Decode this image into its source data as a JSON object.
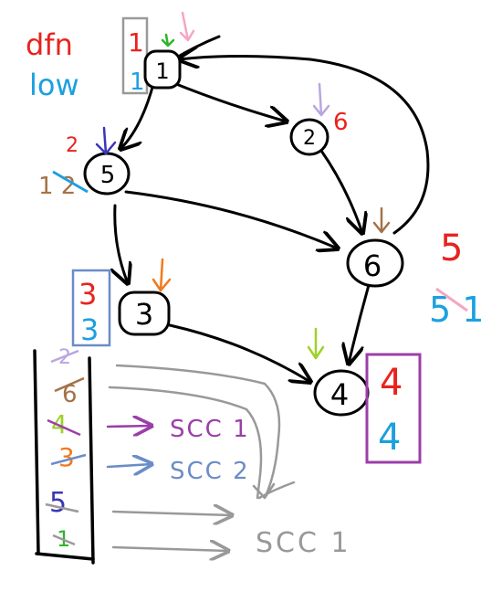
{
  "legend": {
    "dfn_label": "dfn",
    "low_label": "low",
    "dfn_color": "#e8231e",
    "low_color": "#1ca0e0"
  },
  "nodes": [
    {
      "id": "1",
      "label": "1",
      "dfn": "1",
      "low": "1"
    },
    {
      "id": "2",
      "label": "2",
      "dfn": "6",
      "low": ""
    },
    {
      "id": "5",
      "label": "5",
      "dfn": "2",
      "low": "1 2"
    },
    {
      "id": "6",
      "label": "6",
      "dfn": "5",
      "low": "5 1"
    },
    {
      "id": "3",
      "label": "3",
      "dfn": "3",
      "low": "3"
    },
    {
      "id": "4",
      "label": "4",
      "dfn": "4",
      "low": "4"
    }
  ],
  "stack": {
    "entries": [
      "2",
      "6",
      "4",
      "3",
      "5",
      "1"
    ],
    "results": [
      "SCC 1",
      "SCC 2",
      "SCC 1"
    ],
    "colors": {
      "scc_purple": "#9b3fa8",
      "scc_blue": "#6a8cc8",
      "gray": "#999999"
    }
  },
  "marker_colors": {
    "green": "#2fb52a",
    "pink": "#f4a6c4",
    "lavender": "#b8a6e0",
    "navy": "#3a37b8",
    "brown": "#a57248",
    "orange": "#f07a1e",
    "lime": "#9ed12a"
  }
}
